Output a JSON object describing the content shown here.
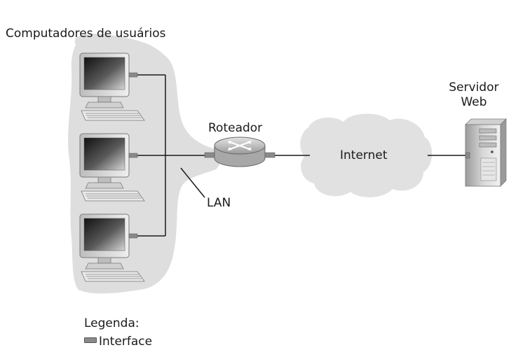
{
  "title": "Computadores de usuários",
  "nodes": {
    "router": {
      "label": "Roteador"
    },
    "internet": {
      "label": "Internet"
    },
    "server": {
      "label_line1": "Servidor",
      "label_line2": "Web"
    },
    "lan": {
      "label": "LAN"
    }
  },
  "legend": {
    "title": "Legenda:",
    "items": [
      {
        "label": "Interface"
      }
    ]
  },
  "colors": {
    "lan_area": "#dedede",
    "cloud": "#e1e1e1",
    "line": "#1a1a1a",
    "interface": "#8a8a8a",
    "monitor_screen": "#2c2c2c",
    "router_body": "#c4c4c4"
  }
}
